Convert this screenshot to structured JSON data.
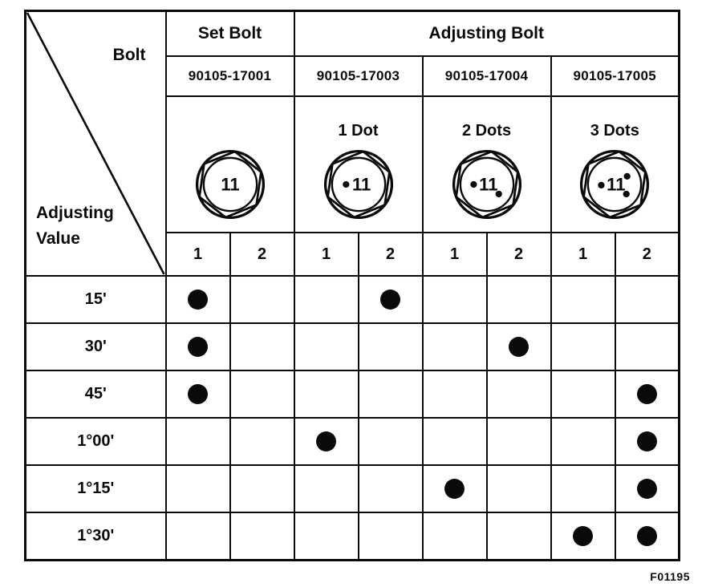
{
  "figure_code": "F01195",
  "colors": {
    "ink": "#0a0a0a",
    "paper": "#ffffff"
  },
  "table": {
    "corner": {
      "top_label": "Bolt",
      "bottom_label_line1": "Adjusting",
      "bottom_label_line2": "Value"
    },
    "group_headers": {
      "set_bolt": "Set Bolt",
      "adjusting_bolt": "Adjusting Bolt"
    },
    "part_numbers": [
      "90105-17001",
      "90105-17003",
      "90105-17004",
      "90105-17005"
    ],
    "bolt_heads": [
      {
        "label": "",
        "size_marking": "11",
        "dot_count": 0
      },
      {
        "label": "1 Dot",
        "size_marking": "11",
        "dot_count": 1
      },
      {
        "label": "2 Dots",
        "size_marking": "11",
        "dot_count": 2
      },
      {
        "label": "3 Dots",
        "size_marking": "11",
        "dot_count": 3
      }
    ],
    "sub_columns": [
      "1",
      "2",
      "1",
      "2",
      "1",
      "2",
      "1",
      "2"
    ],
    "rows": [
      {
        "label": "15'",
        "dots": [
          1,
          0,
          0,
          1,
          0,
          0,
          0,
          0
        ]
      },
      {
        "label": "30'",
        "dots": [
          1,
          0,
          0,
          0,
          0,
          1,
          0,
          0
        ]
      },
      {
        "label": "45'",
        "dots": [
          1,
          0,
          0,
          0,
          0,
          0,
          0,
          1
        ]
      },
      {
        "label": "1°00'",
        "dots": [
          0,
          0,
          1,
          0,
          0,
          0,
          0,
          1
        ]
      },
      {
        "label": "1°15'",
        "dots": [
          0,
          0,
          0,
          0,
          1,
          0,
          0,
          1
        ]
      },
      {
        "label": "1°30'",
        "dots": [
          0,
          0,
          0,
          0,
          0,
          0,
          1,
          1
        ]
      }
    ]
  }
}
